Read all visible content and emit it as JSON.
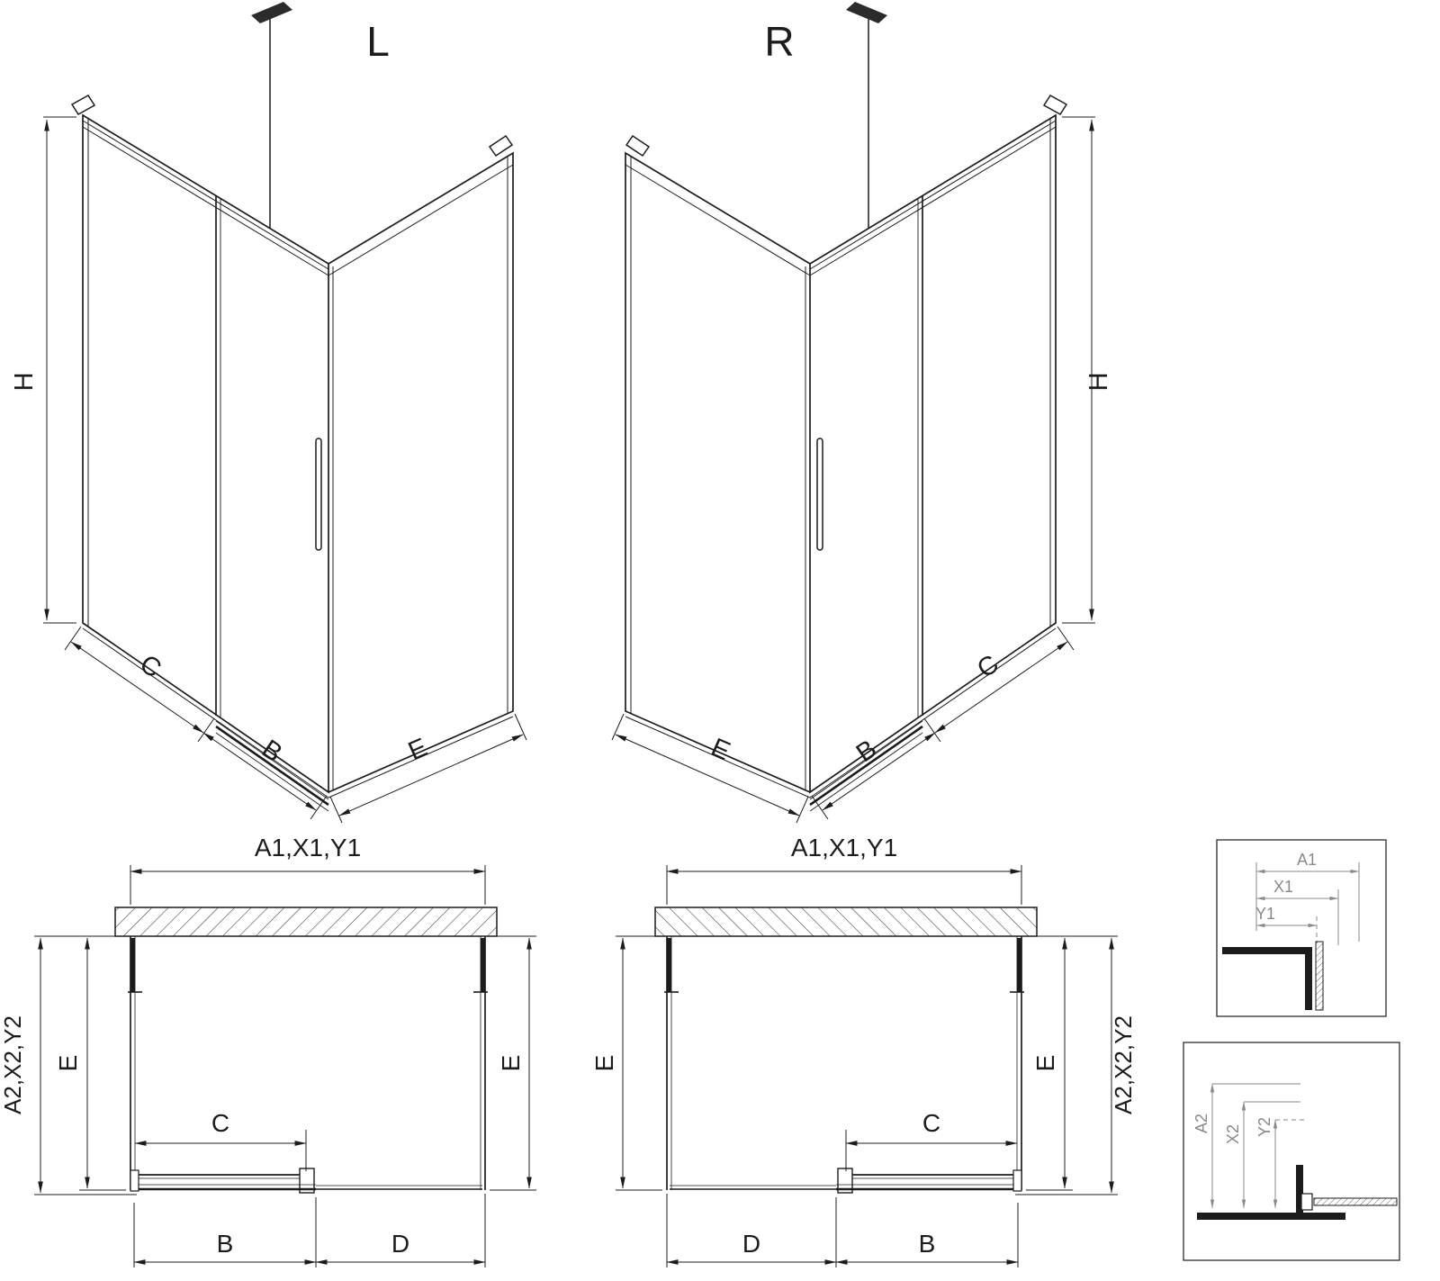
{
  "drawing": {
    "variant_left": {
      "title": "L"
    },
    "variant_right": {
      "title": "R"
    },
    "dims": {
      "height": "H",
      "fixed_width": "C",
      "door_width": "B",
      "side_depth": "E",
      "entry_width": "D",
      "width_group": "A1,X1,Y1",
      "depth_group": "A2,X2,Y2"
    },
    "detail_top": {
      "a1": "A1",
      "x1": "X1",
      "y1": "Y1"
    },
    "detail_bottom": {
      "a2": "A2",
      "x2": "X2",
      "y2": "Y2"
    }
  }
}
